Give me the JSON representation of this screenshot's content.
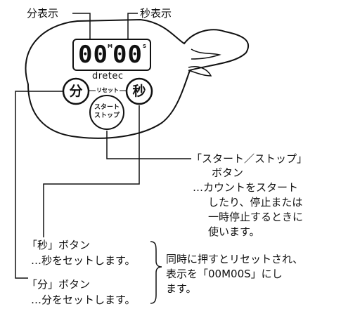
{
  "callouts": {
    "minute_display": "分表示",
    "second_display": "秒表示"
  },
  "device": {
    "display_minutes": "00",
    "display_m_unit": "M",
    "display_seconds": "00",
    "display_s_unit": "S",
    "brand": "dretec",
    "reset_label": "リセット",
    "minute_button_label": "分",
    "second_button_label": "秒",
    "startstop_label_line1": "スタート",
    "startstop_label_line2": "ストップ"
  },
  "descriptions": {
    "startstop": {
      "title": "「スタート／ストップ」",
      "title2": "ボタン",
      "body": [
        "…カウントをスタート",
        "したり、停止または",
        "一時停止するときに",
        "使います。"
      ]
    },
    "second_button": {
      "title": "「秒」ボタン",
      "body": "…秒をセットします。"
    },
    "minute_button": {
      "title": "「分」ボタン",
      "body": "…分をセットします。"
    },
    "reset_note": [
      "同時に押すとリセットされ、",
      "表示を「00M00S」にし",
      "ます。"
    ]
  }
}
